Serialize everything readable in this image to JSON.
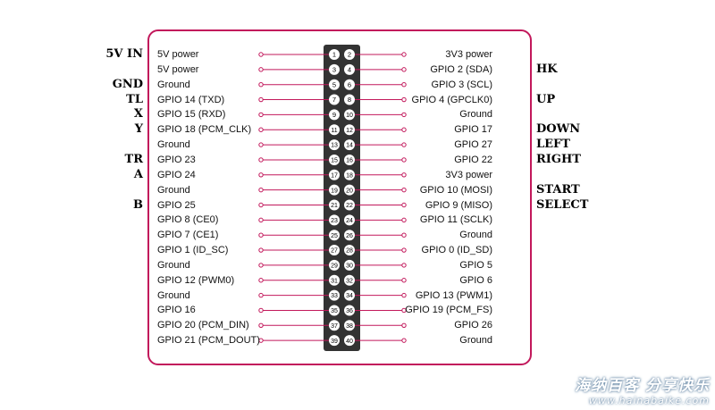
{
  "header_colors": {
    "border": "#c2185b",
    "line": "#c2185b",
    "header_body": "#333333",
    "pin_fill": "#ffffff"
  },
  "pins": [
    {
      "n1": "1",
      "n2": "2",
      "left": "5V power",
      "right": "3V3 power"
    },
    {
      "n1": "3",
      "n2": "4",
      "left": "5V power",
      "right": "GPIO 2 (SDA)"
    },
    {
      "n1": "5",
      "n2": "6",
      "left": "Ground",
      "right": "GPIO 3 (SCL)"
    },
    {
      "n1": "7",
      "n2": "8",
      "left": "GPIO 14 (TXD)",
      "right": "GPIO 4 (GPCLK0)"
    },
    {
      "n1": "9",
      "n2": "10",
      "left": "GPIO 15 (RXD)",
      "right": "Ground"
    },
    {
      "n1": "11",
      "n2": "12",
      "left": "GPIO 18 (PCM_CLK)",
      "right": "GPIO 17"
    },
    {
      "n1": "13",
      "n2": "14",
      "left": "Ground",
      "right": "GPIO 27"
    },
    {
      "n1": "15",
      "n2": "16",
      "left": "GPIO 23",
      "right": "GPIO 22"
    },
    {
      "n1": "17",
      "n2": "18",
      "left": "GPIO 24",
      "right": "3V3 power"
    },
    {
      "n1": "19",
      "n2": "20",
      "left": "Ground",
      "right": "GPIO 10 (MOSI)"
    },
    {
      "n1": "21",
      "n2": "22",
      "left": "GPIO 25",
      "right": "GPIO 9 (MISO)"
    },
    {
      "n1": "23",
      "n2": "24",
      "left": "GPIO 8 (CE0)",
      "right": "GPIO 11 (SCLK)"
    },
    {
      "n1": "25",
      "n2": "26",
      "left": "GPIO 7 (CE1)",
      "right": "Ground"
    },
    {
      "n1": "27",
      "n2": "28",
      "left": "GPIO 1 (ID_SC)",
      "right": "GPIO 0 (ID_SD)"
    },
    {
      "n1": "29",
      "n2": "30",
      "left": "Ground",
      "right": "GPIO 5"
    },
    {
      "n1": "31",
      "n2": "32",
      "left": "GPIO 12 (PWM0)",
      "right": "GPIO 6"
    },
    {
      "n1": "33",
      "n2": "34",
      "left": "Ground",
      "right": "GPIO 13 (PWM1)"
    },
    {
      "n1": "35",
      "n2": "36",
      "left": "GPIO 16",
      "right": "GPIO 19 (PCM_FS)"
    },
    {
      "n1": "37",
      "n2": "38",
      "left": "GPIO 20 (PCM_DIN)",
      "right": "GPIO 26"
    },
    {
      "n1": "39",
      "n2": "40",
      "left": "GPIO 21 (PCM_DOUT)",
      "right": "Ground"
    }
  ],
  "left_annotations": [
    {
      "row": 0,
      "text": "5V IN"
    },
    {
      "row": 2,
      "text": "GND"
    },
    {
      "row": 3,
      "text": "TL"
    },
    {
      "row": 4,
      "text": "X"
    },
    {
      "row": 5,
      "text": "Y"
    },
    {
      "row": 7,
      "text": "TR"
    },
    {
      "row": 8,
      "text": "A"
    },
    {
      "row": 10,
      "text": "B"
    }
  ],
  "right_annotations": [
    {
      "row": 1,
      "text": "HK"
    },
    {
      "row": 3,
      "text": "UP"
    },
    {
      "row": 5,
      "text": "DOWN"
    },
    {
      "row": 6,
      "text": "LEFT"
    },
    {
      "row": 7,
      "text": "RIGHT"
    },
    {
      "row": 9,
      "text": "START"
    },
    {
      "row": 10,
      "text": "SELECT"
    }
  ],
  "watermark": {
    "line1": "海纳百客 分享快乐",
    "line2": "www.hainabaike.com"
  }
}
